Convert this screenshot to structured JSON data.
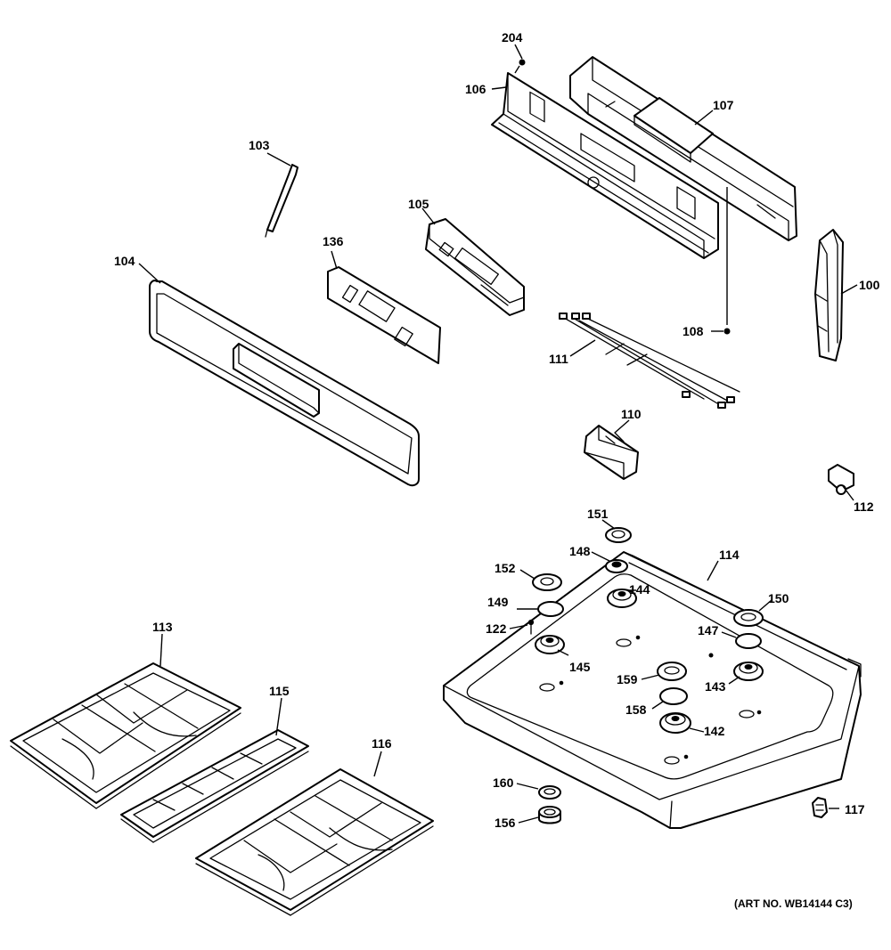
{
  "diagram": {
    "labels": {
      "p204": "204",
      "p106": "106",
      "p107": "107",
      "p103": "103",
      "p105": "105",
      "p136": "136",
      "p104": "104",
      "p100": "100",
      "p108": "108",
      "p111": "111",
      "p110": "110",
      "p112": "112",
      "p151": "151",
      "p148": "148",
      "p114": "114",
      "p152": "152",
      "p144": "144",
      "p150": "150",
      "p149": "149",
      "p122": "122",
      "p147": "147",
      "p145": "145",
      "p159": "159",
      "p143": "143",
      "p158": "158",
      "p142": "142",
      "p113": "113",
      "p115": "115",
      "p116": "116",
      "p160": "160",
      "p156": "156",
      "p117": "117"
    },
    "art_number": "(ART NO. WB14144 C3)"
  }
}
